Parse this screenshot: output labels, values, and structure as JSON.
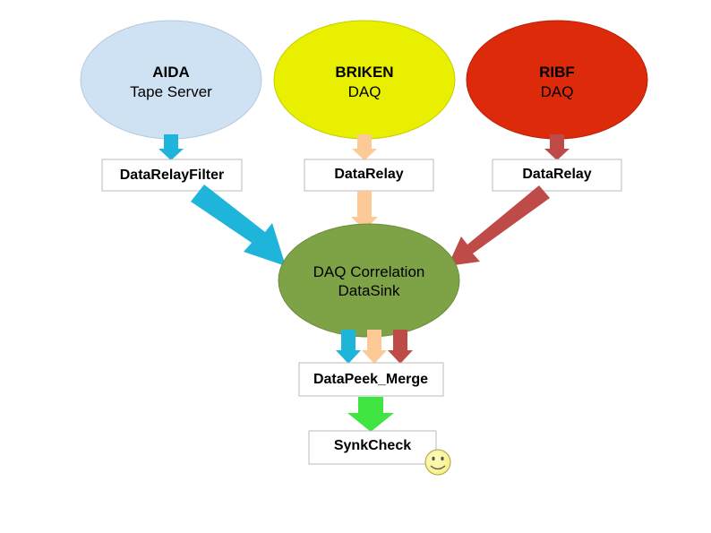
{
  "colors": {
    "aida": "#cfe2f3",
    "briken": "#e8f000",
    "ribf": "#dd2a0a",
    "correlation": "#7ea346",
    "arrow_blue": "#1fb4d9",
    "arrow_peach": "#fcc997",
    "arrow_red": "#be4b48",
    "arrow_green": "#41e541",
    "smiley": "#f5f187"
  },
  "sources": {
    "aida": {
      "title": "AIDA",
      "subtitle": "Tape Server"
    },
    "briken": {
      "title": "BRIKEN",
      "subtitle": "DAQ"
    },
    "ribf": {
      "title": "RIBF",
      "subtitle": "DAQ"
    }
  },
  "relays": {
    "aida": "DataRelayFilter",
    "briken": "DataRelay",
    "ribf": "DataRelay"
  },
  "correlation": {
    "line1": "DAQ Correlation",
    "line2": "DataSink"
  },
  "merge": "DataPeek_Merge",
  "check": "SynkCheck",
  "decoration_icon": "smiley-face-icon"
}
